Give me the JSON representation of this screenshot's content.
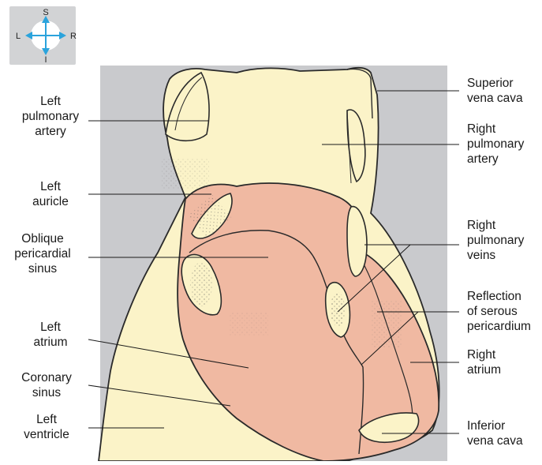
{
  "compass": {
    "top": "S",
    "bottom": "I",
    "left": "L",
    "right": "R"
  },
  "labels_left": [
    {
      "key": "left_pulmonary_artery",
      "text": "Left\npulmonary\nartery"
    },
    {
      "key": "left_auricle",
      "text": "Left\nauricle"
    },
    {
      "key": "oblique_pericardial_sinus",
      "text": "Oblique\npericardial\nsinus"
    },
    {
      "key": "left_atrium",
      "text": "Left\natrium"
    },
    {
      "key": "coronary_sinus",
      "text": "Coronary\nsinus"
    },
    {
      "key": "left_ventricle",
      "text": "Left\nventricle"
    }
  ],
  "labels_right": [
    {
      "key": "superior_vena_cava",
      "text": "Superior\nvena cava"
    },
    {
      "key": "right_pulmonary_artery",
      "text": "Right\npulmonary\nartery"
    },
    {
      "key": "right_pulmonary_veins",
      "text": "Right\npulmonary\nveins"
    },
    {
      "key": "reflection_serous_pericardium",
      "text": "Reflection\nof serous\npericardium"
    },
    {
      "key": "right_atrium",
      "text": "Right\natrium"
    },
    {
      "key": "inferior_vena_cava",
      "text": "Inferior\nvena cava"
    }
  ],
  "colors": {
    "background_panel": "#c9cacd",
    "heart_tissue": "#fbf3c8",
    "pericardium_pink": "#f0b9a2",
    "compass_arrow": "#2aa3dc",
    "outline": "#2a2a2a"
  }
}
